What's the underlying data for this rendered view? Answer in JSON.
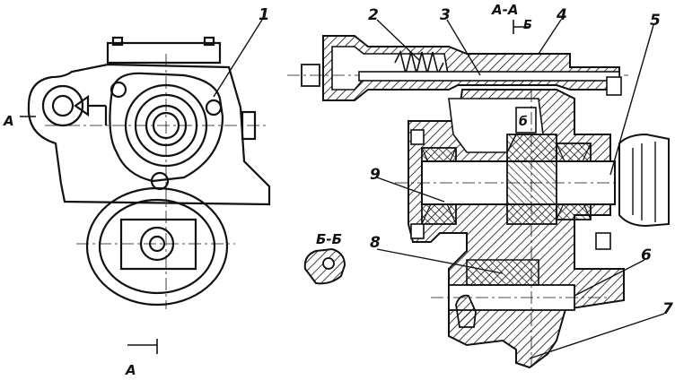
{
  "labels": {
    "part_1": "1",
    "part_2": "2",
    "part_3": "3",
    "part_4": "4",
    "part_5": "5",
    "part_6": "6",
    "part_7": "7",
    "part_8": "8",
    "part_9": "9",
    "section_aa": "А-А",
    "section_bb": "Б-Б",
    "section_b_marker": "Б",
    "section_b_marker_inner": "б",
    "arrow_a_left": "А",
    "arrow_a_bottom": "А"
  },
  "colors": {
    "ink": "#111111",
    "paper": "#ffffff"
  }
}
